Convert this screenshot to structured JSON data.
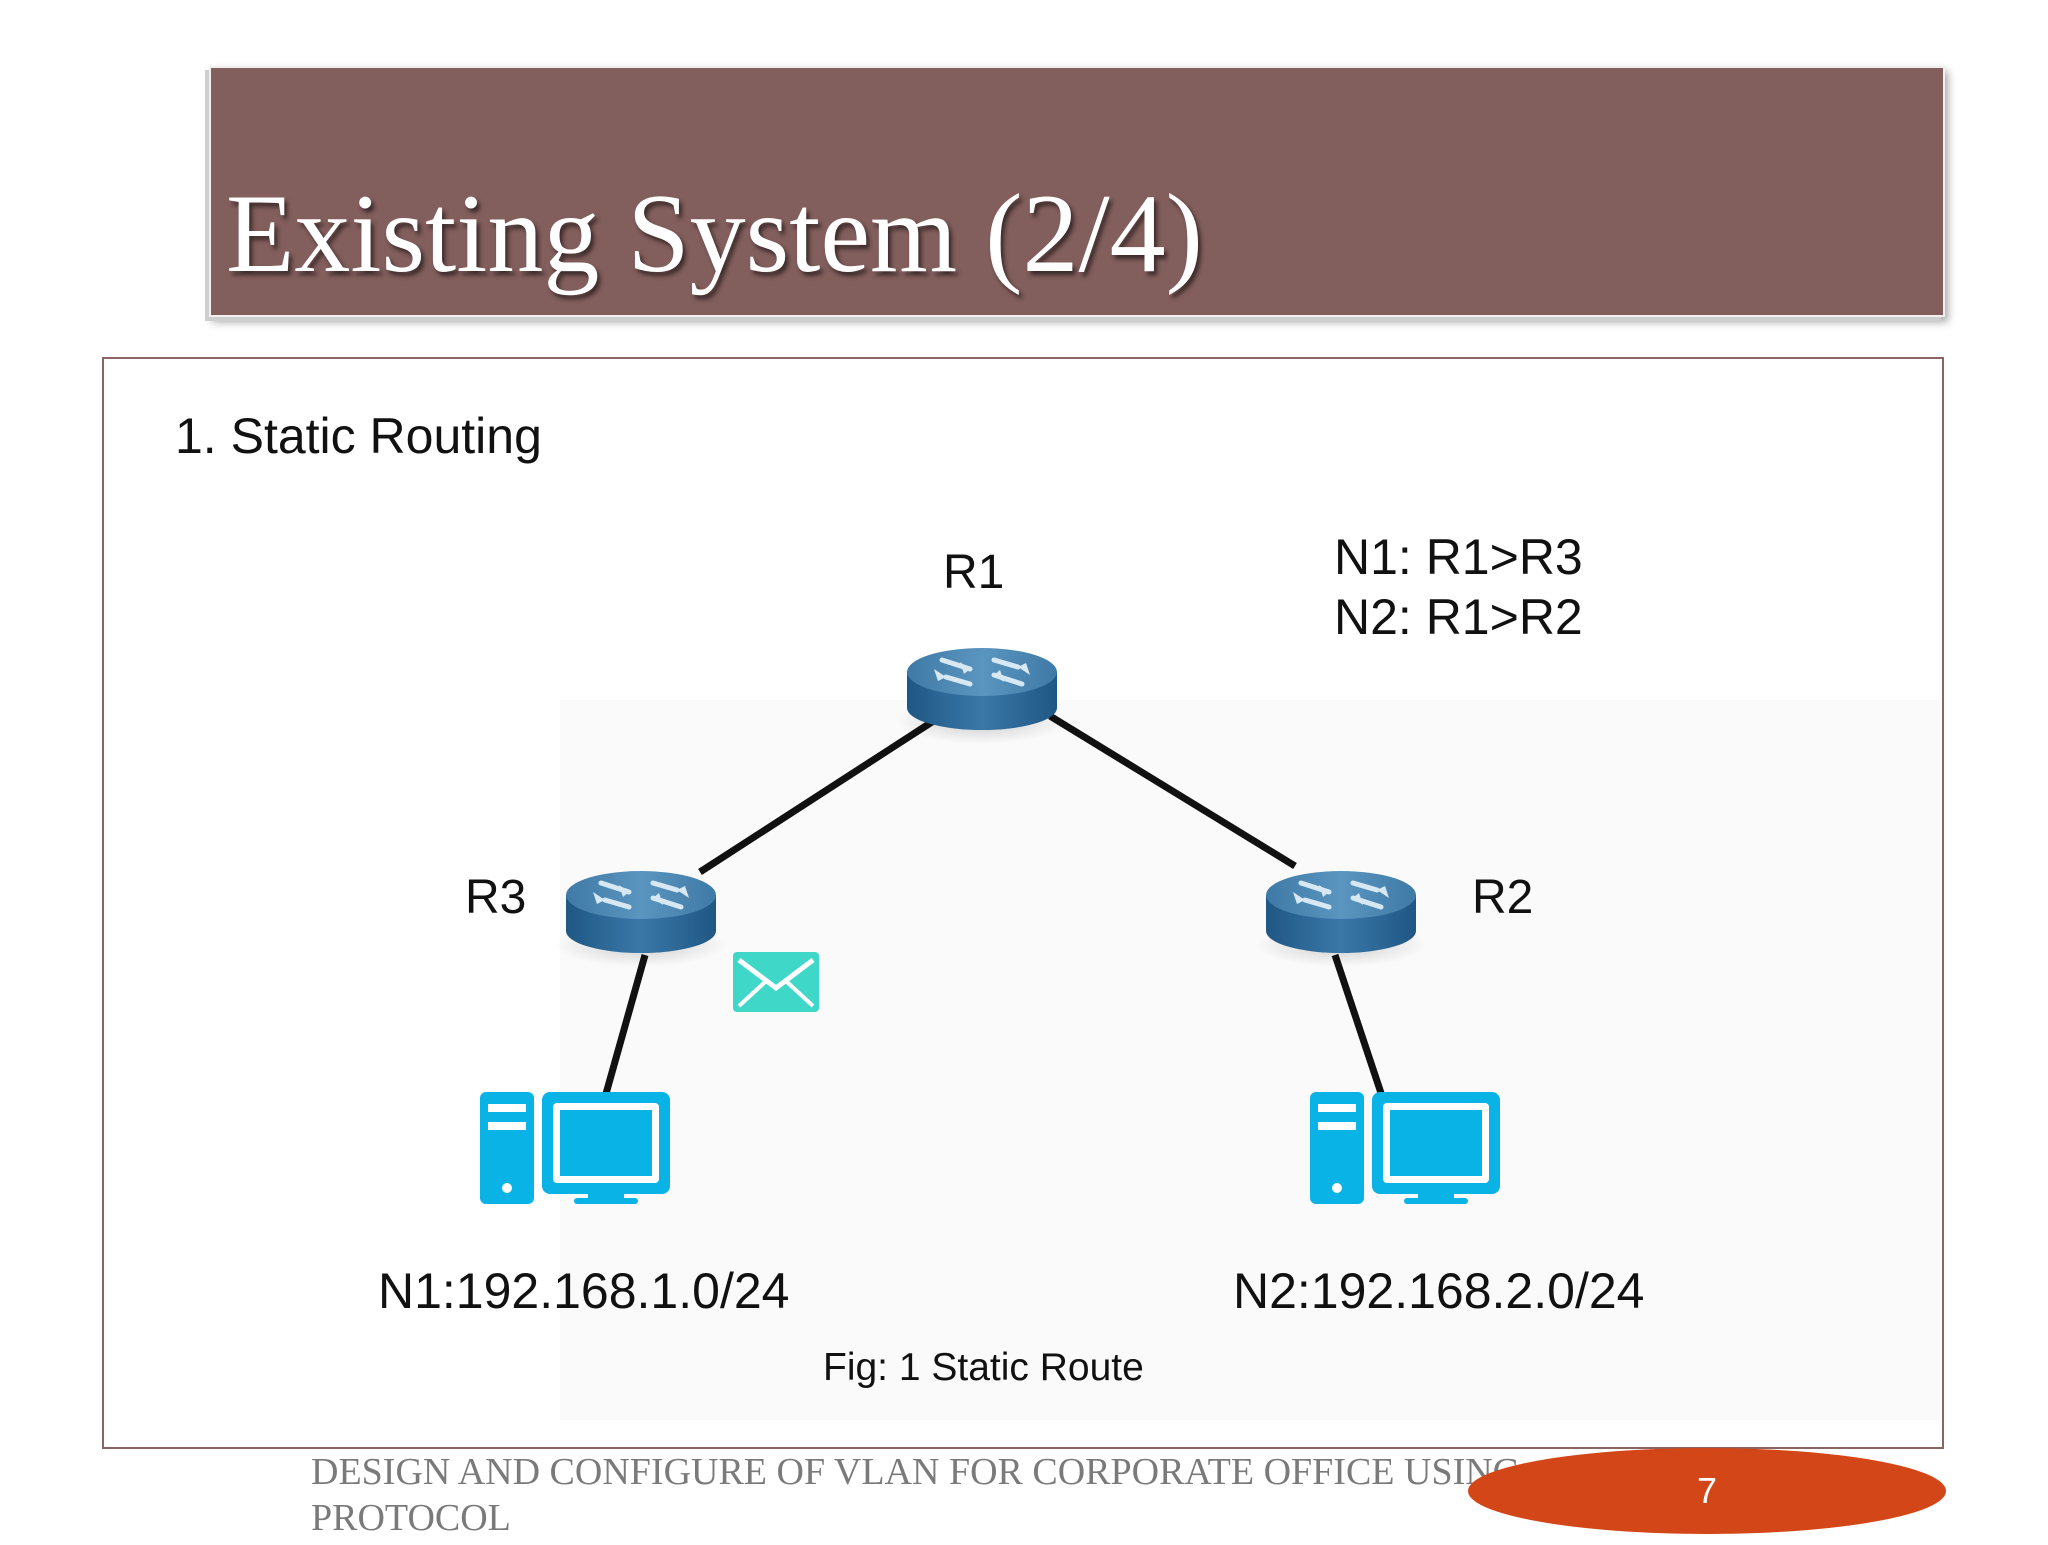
{
  "slide": {
    "title": "Existing System (2/4)",
    "section_heading": "1. Static Routing",
    "page_number": "7"
  },
  "footer": {
    "line1": "DESIGN AND CONFIGURE OF VLAN FOR CORPORATE OFFICE USING",
    "line2": "PROTOCOL"
  },
  "diagram": {
    "routers": {
      "r1": "R1",
      "r2": "R2",
      "r3": "R3"
    },
    "routes": [
      "N1: R1>R3",
      "N2: R1>R2"
    ],
    "networks": {
      "n1": "N1:192.168.1.0/24",
      "n2": "N2:192.168.2.0/24"
    },
    "caption": "Fig: 1 Static Route",
    "colors": {
      "router_top": "#4a86b2",
      "router_side": "#2f6b96",
      "computer": "#0ab3e6",
      "envelope": "#3fd7c8",
      "link": "#111111"
    },
    "icons": {
      "router": "router-icon",
      "computer": "computer-icon",
      "message": "envelope-icon"
    }
  },
  "colors": {
    "title_bar": "#825e5c",
    "frame_border": "#8a6563",
    "page_oval": "#d24618"
  }
}
